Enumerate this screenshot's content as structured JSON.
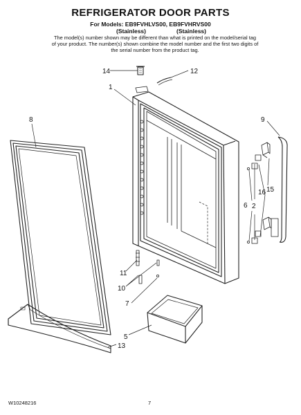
{
  "header": {
    "title": "REFRIGERATOR DOOR PARTS",
    "models_line": "For Models: EB9FVHLVS00, EB9FVHRVS00",
    "finish_left": "(Stainless)",
    "finish_right": "(Stainless)",
    "note": "The model(s) number shown may be different than what is printed on the model/serial tag of your product. The number(s) shown combine the model number and the first two digits of the serial number from the product tag."
  },
  "callouts": {
    "c1": "1",
    "c2": "2",
    "c5": "5",
    "c6": "6",
    "c7": "7",
    "c8": "8",
    "c9": "9",
    "c10": "10",
    "c11": "11",
    "c12": "12",
    "c13": "13",
    "c14": "14",
    "c15": "15",
    "c16": "16"
  },
  "footer": {
    "doc_number": "W10248216",
    "page_number": "7"
  }
}
